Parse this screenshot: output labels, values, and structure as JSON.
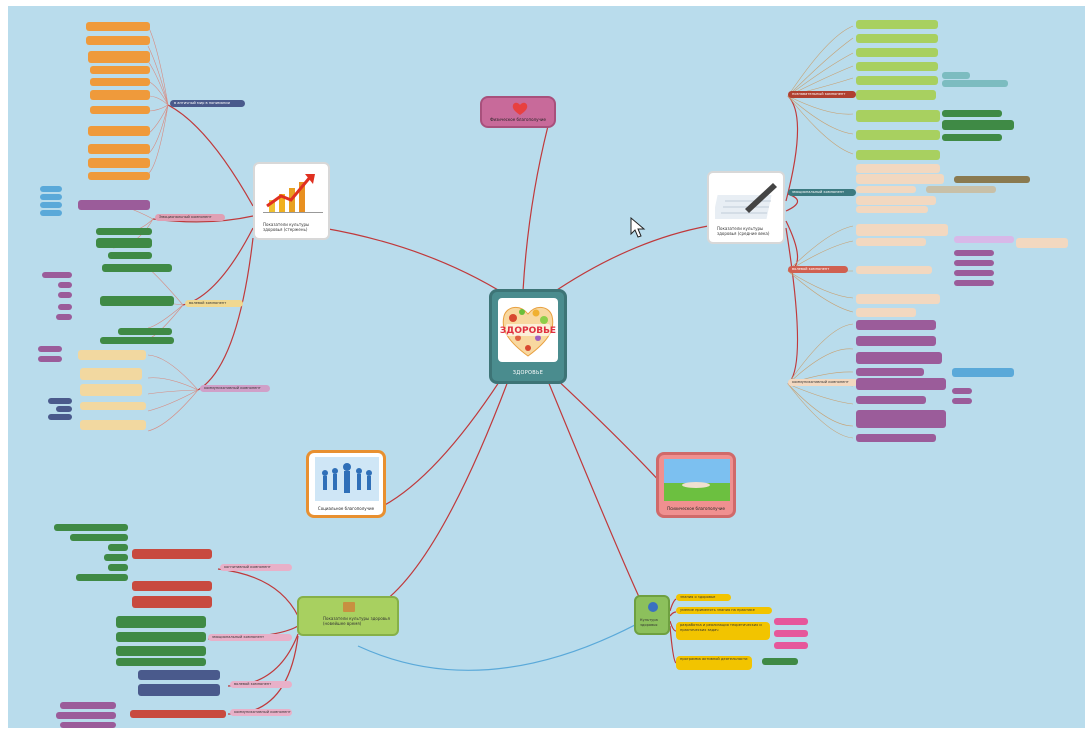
{
  "center": {
    "title": "ЗДОРОВЬЕ",
    "logo_text": "ЗДОРОВЬЕ"
  },
  "hubs": {
    "top_left": "Показатели культуры здоровья (стержень)",
    "top_right": "Показатели культуры здоровья (средние века)",
    "bottom_left": "Показатели культуры здоровья (новейшее время)",
    "culture": "Культура здоровья"
  },
  "floats": {
    "physical": "Физическое благополучие",
    "social": "Социальное благополучие",
    "mental": "Психическое благополучие"
  },
  "branches": {
    "tl": [
      "в античный мир в понимании",
      "Эмоциональный компонент",
      "волевой компонент",
      "коммуникативный компонент"
    ],
    "tr": [
      "познавательный компонент",
      "эмоциональный компонент",
      "волевой компонент",
      "коммуникативный компонент"
    ],
    "bl": [
      "когнитивный компонент",
      "эмоциональный компонент",
      "волевой компонент",
      "коммуникативный компонент"
    ],
    "br": [
      "знания о здоровье",
      "умение применять знания на практике",
      "разработка и реализация теоретических и практических задач",
      "программа активной деятельности"
    ]
  },
  "colors": {
    "background": "#b9dcec",
    "link": "#c0393b",
    "link_blue": "#5aa9d9",
    "center": "#4a8c8e",
    "orange": "#ef9a3b",
    "red": "#c84a3f",
    "green": "#3f8a45",
    "purple": "#9b5c9a",
    "yellow": "#f2c400",
    "pink": "#e6579b"
  }
}
